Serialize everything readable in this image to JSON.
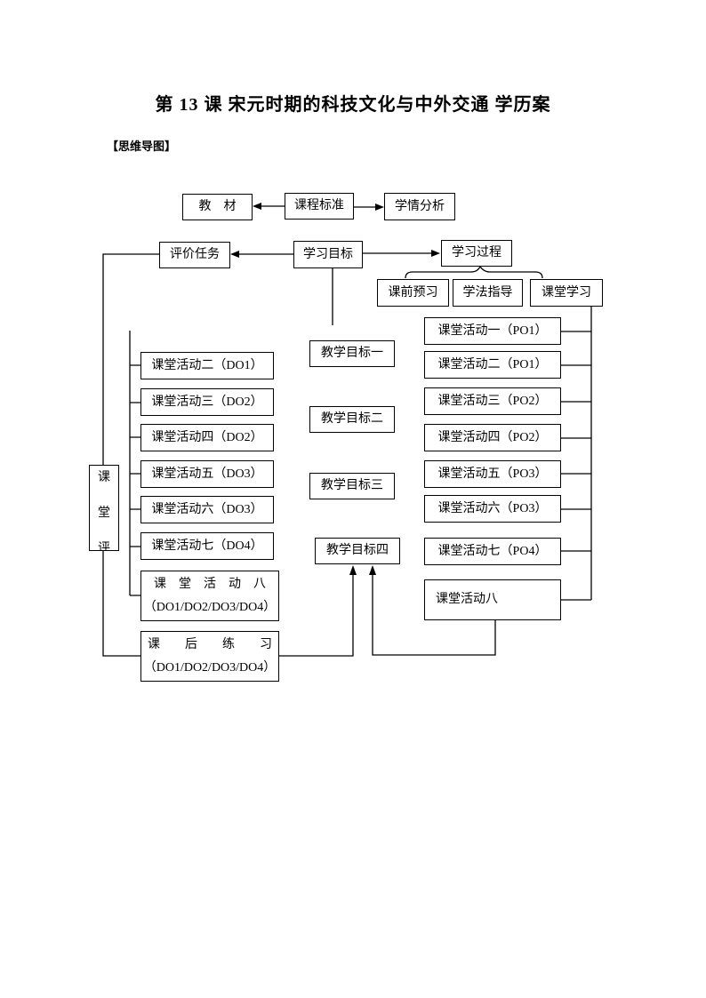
{
  "page": {
    "title": "第 13 课 宋元时期的科技文化与中外交通 学历案",
    "section_label": "【思维导图】"
  },
  "diagram": {
    "top_row": {
      "textbook": "教　材",
      "curriculum_standard": "课程标准",
      "learning_analysis": "学情分析"
    },
    "second_row": {
      "evaluation_task": "评价任务",
      "learning_objectives": "学习目标",
      "learning_process": "学习过程"
    },
    "process_row": {
      "pre_class_preview": "课前预习",
      "study_method_guidance": "学法指导",
      "classroom_learning": "课堂学习"
    },
    "teaching_objectives": [
      "教学目标一",
      "教学目标二",
      "教学目标三",
      "教学目标四"
    ],
    "left_activities": [
      "课堂活动二（DO1）",
      "课堂活动三（DO2）",
      "课堂活动四（DO2）",
      "课堂活动五（DO3）",
      "课堂活动六（DO3）",
      "课堂活动七（DO4）"
    ],
    "left_activity_eight": {
      "line1": "课　堂　活　动　八",
      "line2": "（DO1/DO2/DO3/DO4）"
    },
    "homework": {
      "line1": "课　　后　　练　　习",
      "line2": "（DO1/DO2/DO3/DO4）"
    },
    "right_activities": [
      "课堂活动一（PO1）",
      "课堂活动二（PO1）",
      "课堂活动三（PO2）",
      "课堂活动四（PO2）",
      "课堂活动五（PO3）",
      "课堂活动六（PO3）",
      "课堂活动七（PO4）"
    ],
    "right_activity_eight": "课堂活动八",
    "classroom_evaluation_vertical": "课堂评"
  },
  "colors": {
    "background": "#ffffff",
    "line": "#000000",
    "text": "#000000"
  }
}
